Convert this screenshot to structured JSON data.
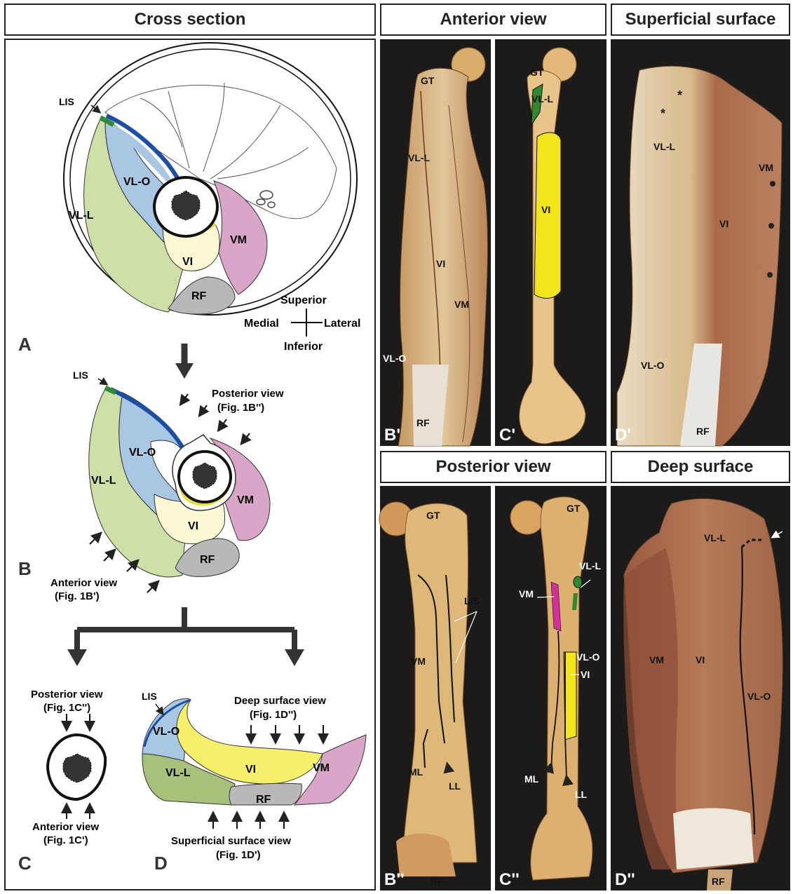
{
  "headers": {
    "cross_section": "Cross section",
    "anterior_view": "Anterior view",
    "superficial_surface": "Superficial surface",
    "posterior_view": "Posterior view",
    "deep_surface": "Deep surface"
  },
  "panel_letters": {
    "A": "A",
    "B": "B",
    "C": "C",
    "D": "D",
    "B1": "B'",
    "C1": "C'",
    "D1": "D'",
    "B2": "B''",
    "C2": "C''",
    "D2": "D''"
  },
  "muscles": {
    "LIS": "LIS",
    "VL_O": "VL-O",
    "VL_L": "VL-L",
    "VI": "VI",
    "VM": "VM",
    "RF": "RF",
    "GT": "GT",
    "ML": "ML",
    "LL": "LL"
  },
  "orientation": {
    "superior": "Superior",
    "inferior": "Inferior",
    "medial": "Medial",
    "lateral": "Lateral"
  },
  "annotations": {
    "posterior_view_b": "Posterior view",
    "fig_1b2": "(Fig. 1B'')",
    "anterior_view_b": "Anterior view",
    "fig_1b1": "(Fig. 1B')",
    "posterior_view_c": "Posterior view",
    "fig_1c2": "(Fig. 1C'')",
    "anterior_view_c": "Anterior view",
    "fig_1c1": "(Fig. 1C')",
    "deep_surface_view": "Deep surface view",
    "fig_1d2": "(Fig. 1D'')",
    "superficial_surface_view": "Superficial surface view",
    "fig_1d1": "(Fig. 1D')"
  },
  "colors": {
    "vl_l": "#cfdfa8",
    "vl_o": "#a9c6e2",
    "vi": "#fbf8d4",
    "vi_yellow": "#f4ec4a",
    "vm": "#d9a6c8",
    "rf": "#b9b7b7",
    "lis_blue": "#1b4fa3",
    "lis_green": "#2e8b3a",
    "photo_bg": "#1d1b19",
    "muscle_tan": "#c9a070",
    "muscle_red": "#9c5a40",
    "bone": "#e8c48a"
  }
}
